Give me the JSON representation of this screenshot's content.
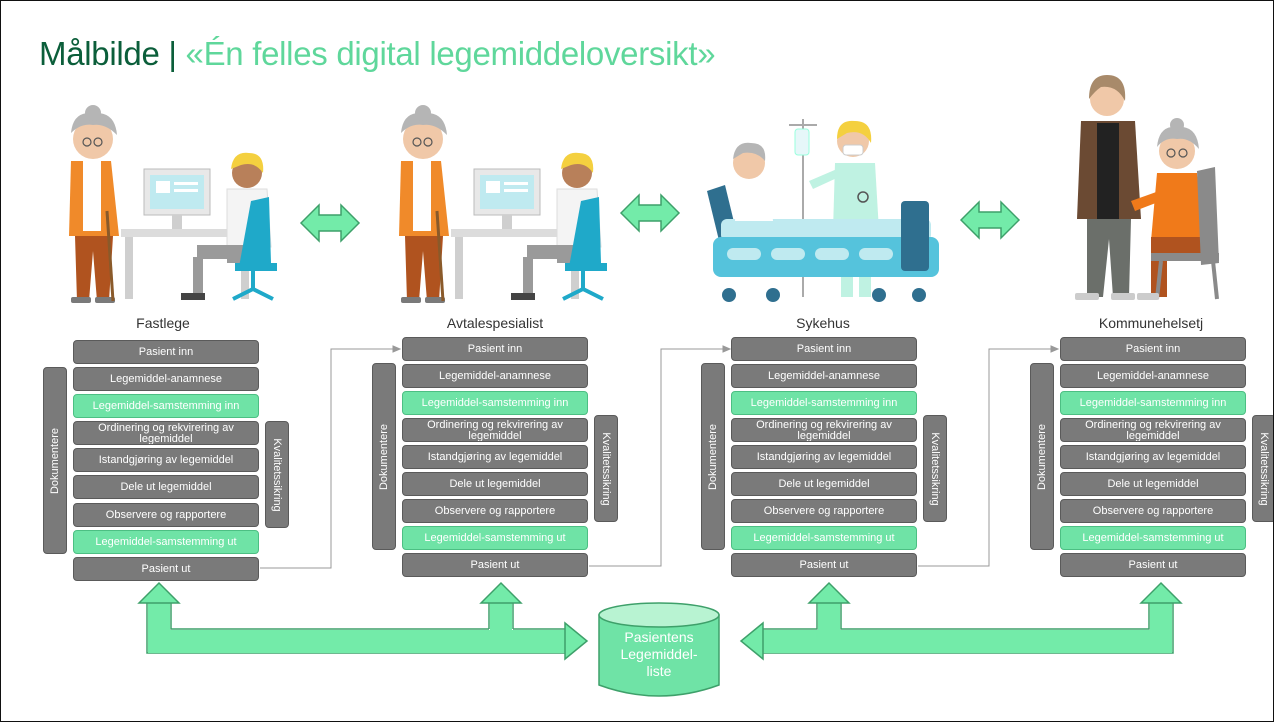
{
  "title": {
    "main": "Målbilde",
    "separator": "|",
    "subtitle": "«Én felles digital legemiddeloversikt»"
  },
  "places": [
    "Fastlege",
    "Avtalespesialist",
    "Sykehus",
    "Kommunehelsetj"
  ],
  "steps": {
    "s1": "Pasient inn",
    "s2": "Legemiddel-anamnese",
    "s3": "Legemiddel-samstemming inn",
    "s4": "Ordinering og rekvirering av legemiddel",
    "s5": "Istandgjøring av legemiddel",
    "s6": "Dele ut legemiddel",
    "s7": "Observere og rapportere",
    "s8": "Legemiddel-samstemming ut",
    "s9": "Pasient ut"
  },
  "side_labels": {
    "left": "Dokumentere",
    "right": "Kvalitetssikring"
  },
  "database": {
    "line1": "Pasientens",
    "line2": "Legemiddel-",
    "line3": "liste"
  },
  "colors": {
    "title_dark_green": "#0b5e3a",
    "accent_green": "#5fd79b",
    "step_gray": "#7a7a7a",
    "step_green": "#6fe3a6"
  }
}
